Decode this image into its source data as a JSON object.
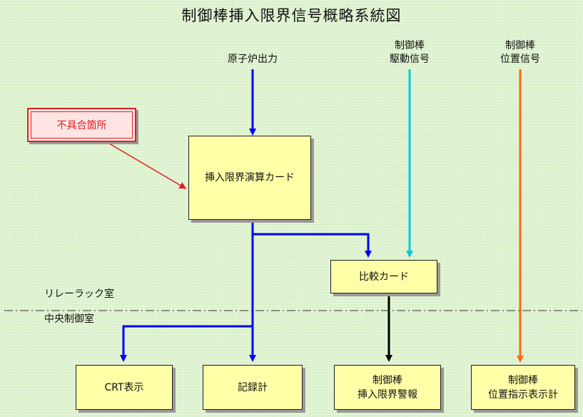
{
  "title": "制御棒挿入限界信号概略系統図",
  "inputs": {
    "reactor_power": "原子炉出力",
    "drive_signal": [
      "制御棒",
      "駆動信号"
    ],
    "position_signal": [
      "制御棒",
      "位置信号"
    ]
  },
  "defect_label": "不具合箇所",
  "boxes": {
    "calc_card": "挿入限界演算カード",
    "compare_card": "比較カード",
    "crt": "CRT表示",
    "recorder": "記録計",
    "alarm": [
      "制御棒",
      "挿入限界警報"
    ],
    "position_display": [
      "制御棒",
      "位置指示表示計"
    ]
  },
  "zones": {
    "relay_room": "リレーラック室",
    "control_room": "中央制御室"
  },
  "colors": {
    "main_signal": "#0000ff",
    "drive_signal": "#00c8e6",
    "position_signal": "#ff6a10",
    "alarm_signal": "#000000",
    "defect": "#e02020",
    "box_fill": "#ffffa8"
  }
}
